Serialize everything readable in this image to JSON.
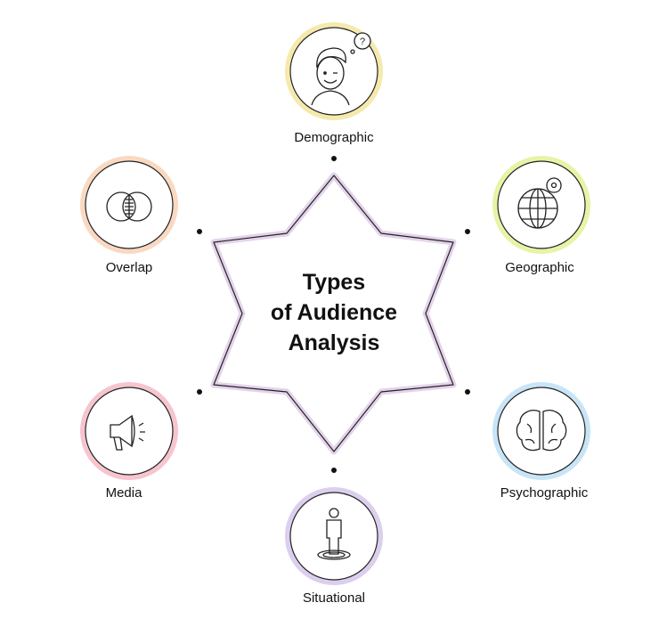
{
  "title": {
    "line1": "Types",
    "line2": "of Audience",
    "line3": "Analysis"
  },
  "nodes": [
    {
      "id": "demographic",
      "label": "Demographic",
      "icon": "person-thinking-icon",
      "ring_color": "#f6e9ad"
    },
    {
      "id": "geographic",
      "label": "Geographic",
      "icon": "globe-pin-icon",
      "ring_color": "#e6f4a6"
    },
    {
      "id": "psychographic",
      "label": "Psychographic",
      "icon": "brain-icon",
      "ring_color": "#c8e5f7"
    },
    {
      "id": "situational",
      "label": "Situational",
      "icon": "person-standing-icon",
      "ring_color": "#dccfee"
    },
    {
      "id": "media",
      "label": "Media",
      "icon": "megaphone-icon",
      "ring_color": "#f6c5ce"
    },
    {
      "id": "overlap",
      "label": "Overlap",
      "icon": "venn-diagram-icon",
      "ring_color": "#fad9c2"
    }
  ],
  "star_outline_color": "#e3d3ea"
}
